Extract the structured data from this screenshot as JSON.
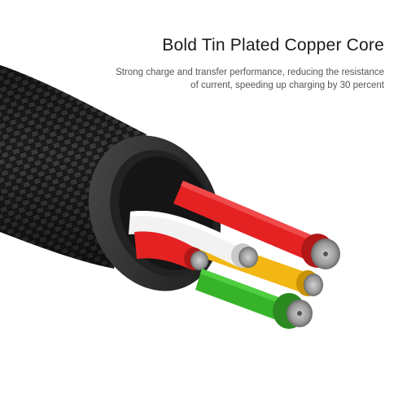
{
  "headline": "Bold Tin Plated Copper Core",
  "description_line1": "Strong charge and transfer performance, reducing the resistance",
  "description_line2": "of current, speeding up charging by 30 percent",
  "colors": {
    "background": "#ffffff",
    "braid": "#1b1b1b",
    "jacket": "#333333",
    "wire_red": "#e52222",
    "wire_white": "#f2f2f2",
    "wire_yellow": "#f2b714",
    "wire_green": "#37b32a",
    "copper_strands": "#a9a9a9"
  },
  "illustration": {
    "subject": "braided-cable-cross-section",
    "wires": [
      "red",
      "white",
      "yellow",
      "red",
      "green"
    ]
  }
}
